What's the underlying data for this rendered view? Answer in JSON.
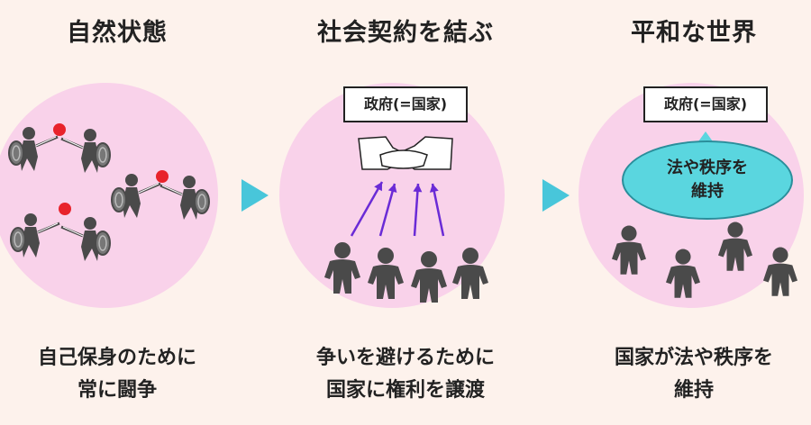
{
  "panels": [
    {
      "title": "自然状態",
      "caption_lines": [
        "自己保身のために",
        "常に闘争"
      ]
    },
    {
      "title": "社会契約を結ぶ",
      "box_label": "政府(=国家)",
      "caption_lines": [
        "争いを避けるために",
        "国家に権利を譲渡"
      ]
    },
    {
      "title": "平和な世界",
      "box_label": "政府(=国家)",
      "bubble_lines": [
        "法や秩序を",
        "維持"
      ],
      "caption_lines": [
        "国家が法や秩序を",
        "維持"
      ]
    }
  ],
  "colors": {
    "background": "#fdf2ec",
    "circle": "#f9d2ea",
    "arrow": "#48c6da",
    "people": "#4a4a4a",
    "spark": "#e8232b",
    "upward_arrows": "#6a2bd6",
    "bubble": "#5ad6df"
  },
  "icons": [
    "fighter-with-sword-and-shield-icon",
    "handshake-icon",
    "person-icon",
    "flow-arrow-icon"
  ]
}
